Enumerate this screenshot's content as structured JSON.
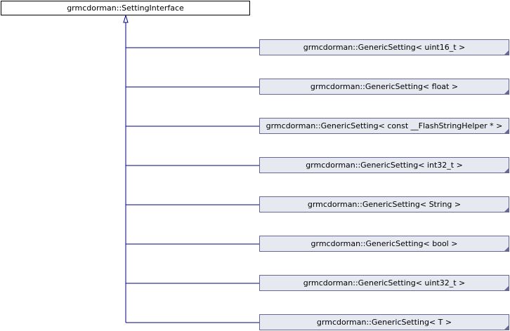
{
  "diagram": {
    "base_class": "grmcdorman::SettingInterface",
    "derived_classes": [
      "grmcdorman::GenericSetting< uint16_t >",
      "grmcdorman::GenericSetting< float >",
      "grmcdorman::GenericSetting< const __FlashStringHelper * >",
      "grmcdorman::GenericSetting< int32_t >",
      "grmcdorman::GenericSetting< String >",
      "grmcdorman::GenericSetting< bool >",
      "grmcdorman::GenericSetting< uint32_t >",
      "grmcdorman::GenericSetting< T >"
    ],
    "colors": {
      "edge": "#000080",
      "child_fill": "#e7e9f1",
      "child_border": "#666699",
      "base_border": "#000000"
    }
  }
}
